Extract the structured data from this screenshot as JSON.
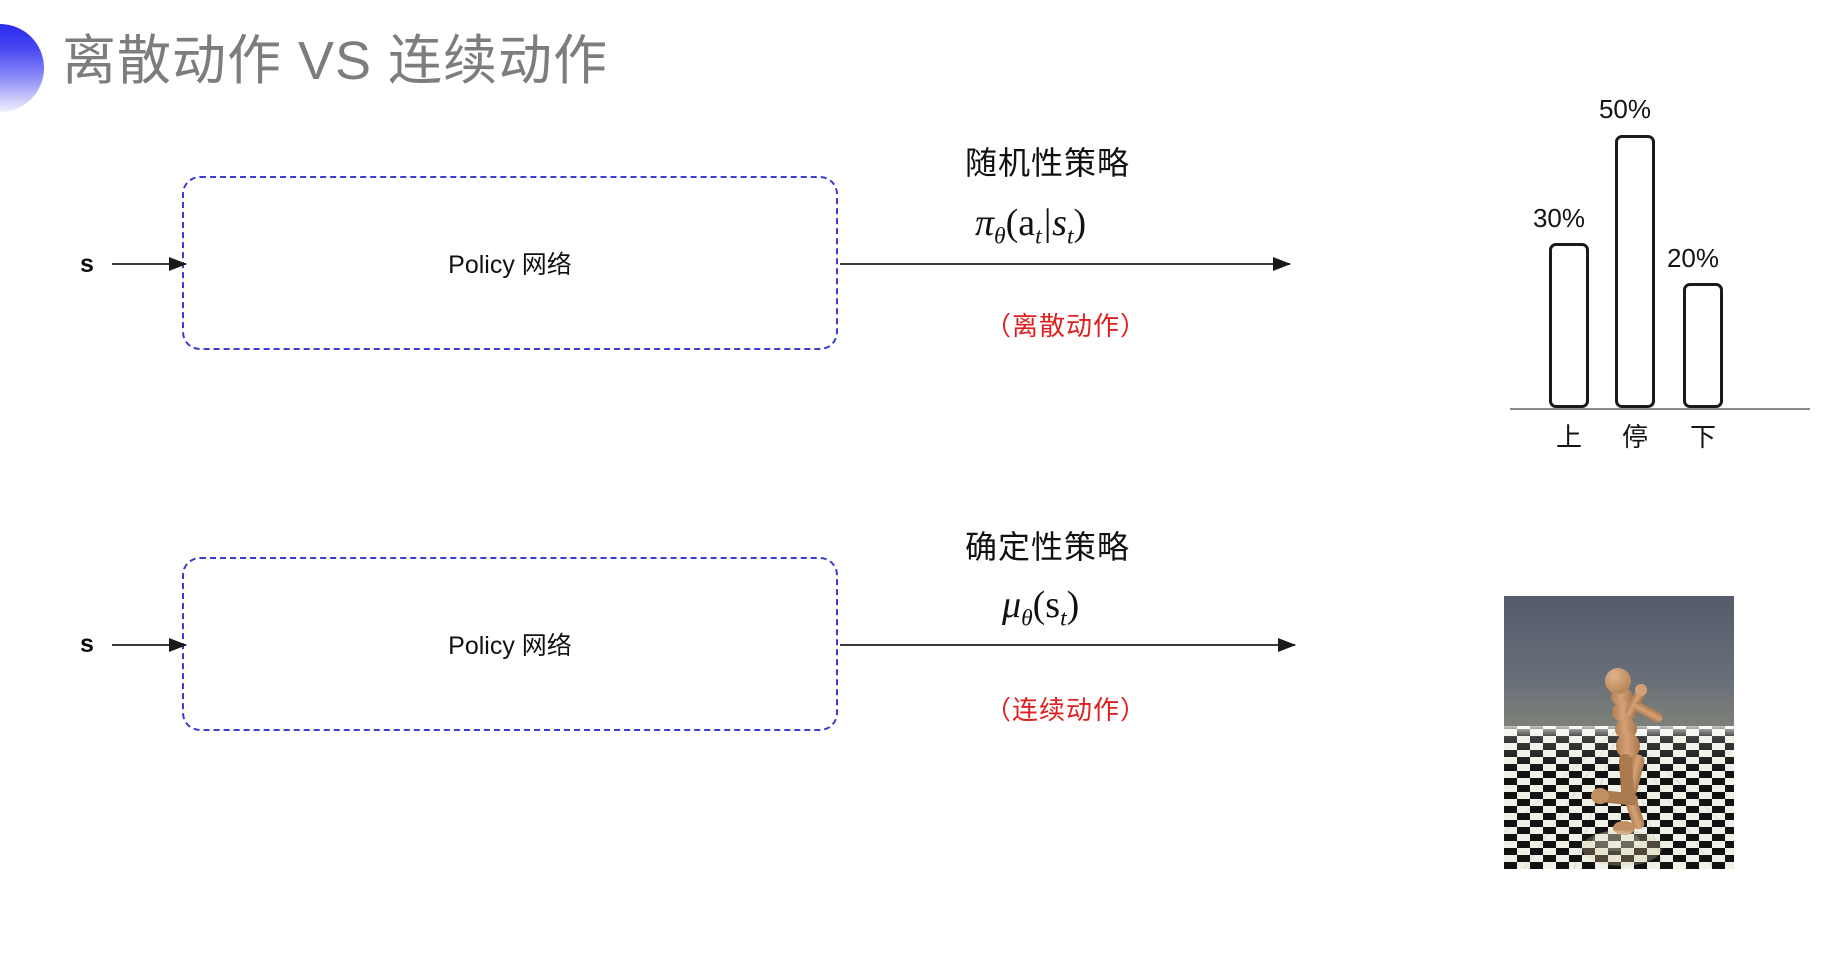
{
  "slide": {
    "title": "离散动作 VS 连续动作",
    "bullet_icon": "gradient-half-circle-bullet",
    "background_color": "#ffffff",
    "title_color": "#7d7d7d",
    "accent_color": "#3c3cd4",
    "alert_color": "#e02020"
  },
  "rows": [
    {
      "input_label": "s",
      "box_label": "Policy 网络",
      "policy_kind": "随机性策略",
      "formula": {
        "head": "π",
        "head_sub": "θ",
        "body": "(a",
        "body_sub": "t",
        "mid": "|s",
        "tail_sub": "t",
        "close": ")"
      },
      "formula_plain": "πθ(at|st)",
      "action_type": "（离散动作）",
      "output_kind": "bar-chart"
    },
    {
      "input_label": "s",
      "box_label": "Policy 网络",
      "policy_kind": "确定性策略",
      "formula": {
        "head": "μ",
        "head_sub": "θ",
        "body": "(s",
        "body_sub": "t",
        "mid": "",
        "tail_sub": "",
        "close": ")"
      },
      "formula_plain": "μθ(st)",
      "action_type": "（连续动作）",
      "output_kind": "humanoid-render"
    }
  ],
  "chart_data": {
    "type": "bar",
    "title": "",
    "categories": [
      "上",
      "停",
      "下"
    ],
    "values": [
      30,
      50,
      20
    ],
    "value_labels": [
      "30%",
      "50%",
      "20%"
    ],
    "ylabel": "",
    "xlabel": "",
    "ylim": [
      0,
      60
    ],
    "grid": false,
    "legend": "none",
    "bar_fill": "#ffffff",
    "bar_stroke": "#1a1a1a"
  },
  "humanoid": {
    "caption": "MuJoCo humanoid on checkerboard floor",
    "sky_color": "#5d6370",
    "body_color": "#cf9b6e",
    "floor_light": "#eef3e6",
    "floor_dark": "#111111"
  }
}
